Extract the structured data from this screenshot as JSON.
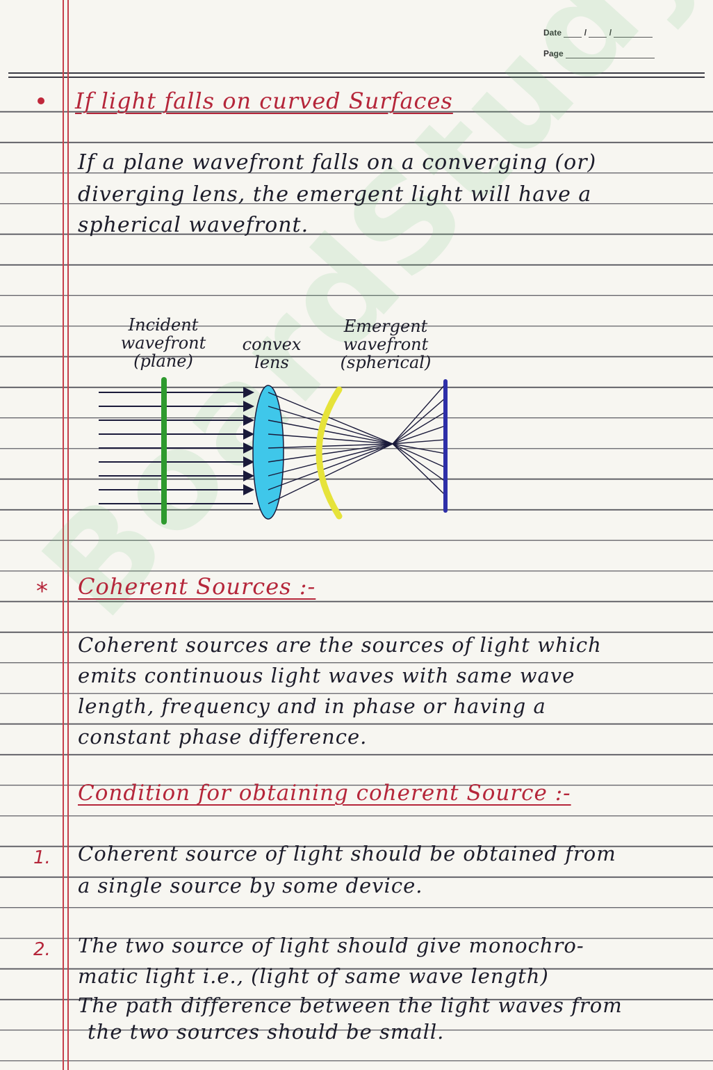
{
  "header": {
    "date_label": "Date",
    "page_label": "Page"
  },
  "sections": {
    "curved_title": "If light falls on curved Surfaces",
    "curved_body": [
      "If a plane wavefront falls on a converging (or)",
      "diverging lens, the emergent light will have a",
      "spherical wavefront."
    ],
    "diagram": {
      "incident_label": [
        "Incident",
        "wavefront",
        "(plane)"
      ],
      "lens_label": [
        "convex",
        "lens"
      ],
      "emergent_label": [
        "Emergent",
        "wavefront",
        "(spherical)"
      ],
      "colors": {
        "incident": "#2e9a2e",
        "lens": "#3fc7ea",
        "emergent": "#e6e33a",
        "screen": "#2e2fa8",
        "rays": "#1a1a3a"
      }
    },
    "coherent_marker": "*",
    "coherent_title": "Coherent Sources :-",
    "coherent_body": [
      "Coherent sources are the sources of light which",
      "emits continuous light waves with same wave",
      "length, frequency and in phase or having a",
      "constant phase difference."
    ],
    "condition_title": "Condition for obtaining coherent Source :-",
    "conditions": [
      {
        "num": "1.",
        "lines": [
          "Coherent source of light should be obtained from",
          "a single source by some device."
        ]
      },
      {
        "num": "2.",
        "lines": [
          "The two source of light should give monochro-",
          "matic light i.e., (light of same wave length)",
          "The path difference between the light waves from",
          "the two sources should be small."
        ]
      }
    ]
  },
  "watermark": "BoardStudy"
}
